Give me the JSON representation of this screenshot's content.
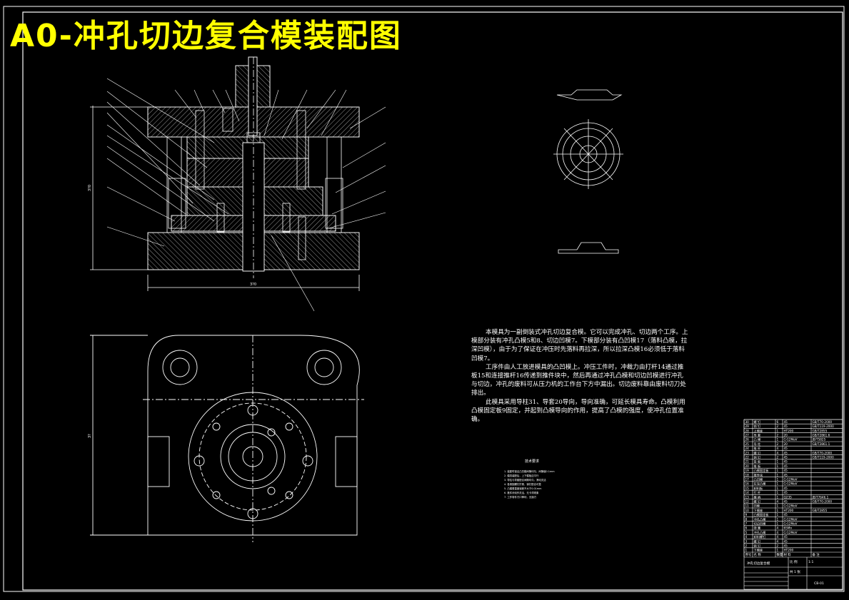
{
  "title": "A0-冲孔切边复合模装配图",
  "description": [
    "本模具为一副倒装式冲孔切边复合模。它可以完成冲孔、切边两个工序。上模部分装有冲孔凸模5和8、切边凹模7。下模部分装有凸凹模17（落料凸模，拉深凹模），由于为了保证在冲压时先落料再拉深，所以拉深凸模16必须低于落料凹模7。",
    "工序件由人工放进模具的凸凹模上。冲压工件时，冲裁力由打杆14通过推板15和连接推杆16传递到推件块中，然后再通过冲孔凸模和切边凹模进行冲孔与切边，冲孔的废料可从压力机的工作台下方中漏出。切边废料靠由废料切刀处排出。",
    "此模具采用导柱31、导套20导向，导向准确，可延长模具寿命。凸模利用凸模固定板9固定，并起到凸模导向的作用，提高了凸模的强度，使冲孔位置准确。"
  ],
  "tech_title": "技术要求",
  "tech_lines": [
    "1. 装配时保证凸凹模间隙均匀，间隙值0.1mm",
    "2. 模具装配后，上下模板应平行",
    "3. 导柱与导套配合间隙均匀，滑动灵活",
    "4. 各紧固螺钉拧紧，销钉配合可靠",
    "5. 凸模垂直度误差不大于0.01mm",
    "6. 推件块动作灵活，无卡滞现象",
    "7. 工作零件刃口锋利，无崩刃"
  ],
  "dimensions": {
    "height": "3?0",
    "width": "3?0",
    "plan_height": "3?"
  },
  "part_list": [
    [
      "30",
      "螺 钉",
      "6",
      "45",
      "GB/T70-2000"
    ],
    [
      "29",
      "销 钉",
      "2",
      "45",
      "GB/T119-2000"
    ],
    [
      "28",
      "上模座",
      "1",
      "HT200",
      "GB/T2855"
    ],
    [
      "27",
      "导 套",
      "2",
      "20",
      "GB/T2861.6"
    ],
    [
      "26",
      "凸 模",
      "1",
      "Cr12MoV",
      "JB/T5825"
    ],
    [
      "25",
      "导 柱",
      "2",
      "20",
      "GB/T2861.1"
    ],
    [
      "24",
      "推 杆",
      "4",
      "45",
      ""
    ],
    [
      "23",
      "螺 钉",
      "4",
      "45",
      "GB/T70-2000"
    ],
    [
      "22",
      "销 钉",
      "2",
      "45",
      "GB/T119-2000"
    ],
    [
      "21",
      "垫 板",
      "1",
      "45",
      ""
    ],
    [
      "20",
      "推 板",
      "1",
      "45",
      ""
    ],
    [
      "19",
      "凸模固定板",
      "1",
      "45",
      ""
    ],
    [
      "18",
      "推件块",
      "1",
      "45",
      ""
    ],
    [
      "17",
      "凸凹模",
      "1",
      "Cr12MoV",
      ""
    ],
    [
      "16",
      "拉深凸模",
      "1",
      "Cr12MoV",
      ""
    ],
    [
      "15",
      "卸料板",
      "1",
      "45",
      ""
    ],
    [
      "14",
      "打 杆",
      "1",
      "45",
      ""
    ],
    [
      "13",
      "模 柄",
      "1",
      "Q235",
      "JB/T7646.1"
    ],
    [
      "12",
      "螺 钉",
      "4",
      "45",
      "GB/T70-2000"
    ],
    [
      "11",
      "凹模",
      "1",
      "Cr12MoV",
      ""
    ],
    [
      "10",
      "下模座",
      "1",
      "HT200",
      "GB/T2855"
    ],
    [
      "9",
      "凸模固定板",
      "1",
      "45",
      ""
    ],
    [
      "8",
      "冲孔凸模",
      "1",
      "Cr12MoV",
      ""
    ],
    [
      "7",
      "切边凹模",
      "1",
      "Cr12MoV",
      ""
    ],
    [
      "6",
      "弹 簧",
      "4",
      "65Mn",
      ""
    ],
    [
      "5",
      "冲孔凸模",
      "4",
      "Cr12MoV",
      ""
    ],
    [
      "4",
      "卸料螺钉",
      "4",
      "45",
      ""
    ],
    [
      "3",
      "螺 钉",
      "4",
      "45",
      ""
    ],
    [
      "2",
      "销 钉",
      "2",
      "45",
      ""
    ],
    [
      "1",
      "下模座",
      "1",
      "HT200",
      ""
    ]
  ],
  "part_list_header": [
    "序号",
    "名 称",
    "数量",
    "材 料",
    "备 注"
  ],
  "title_block": {
    "name": "冲孔切边复合模",
    "scale_label": "比 例",
    "scale": "1:1",
    "sheet": "共 1 张",
    "drawing_no": "CB-01"
  },
  "colors": {
    "background": "#000000",
    "line": "#ffffff",
    "title": "#ffff00"
  }
}
